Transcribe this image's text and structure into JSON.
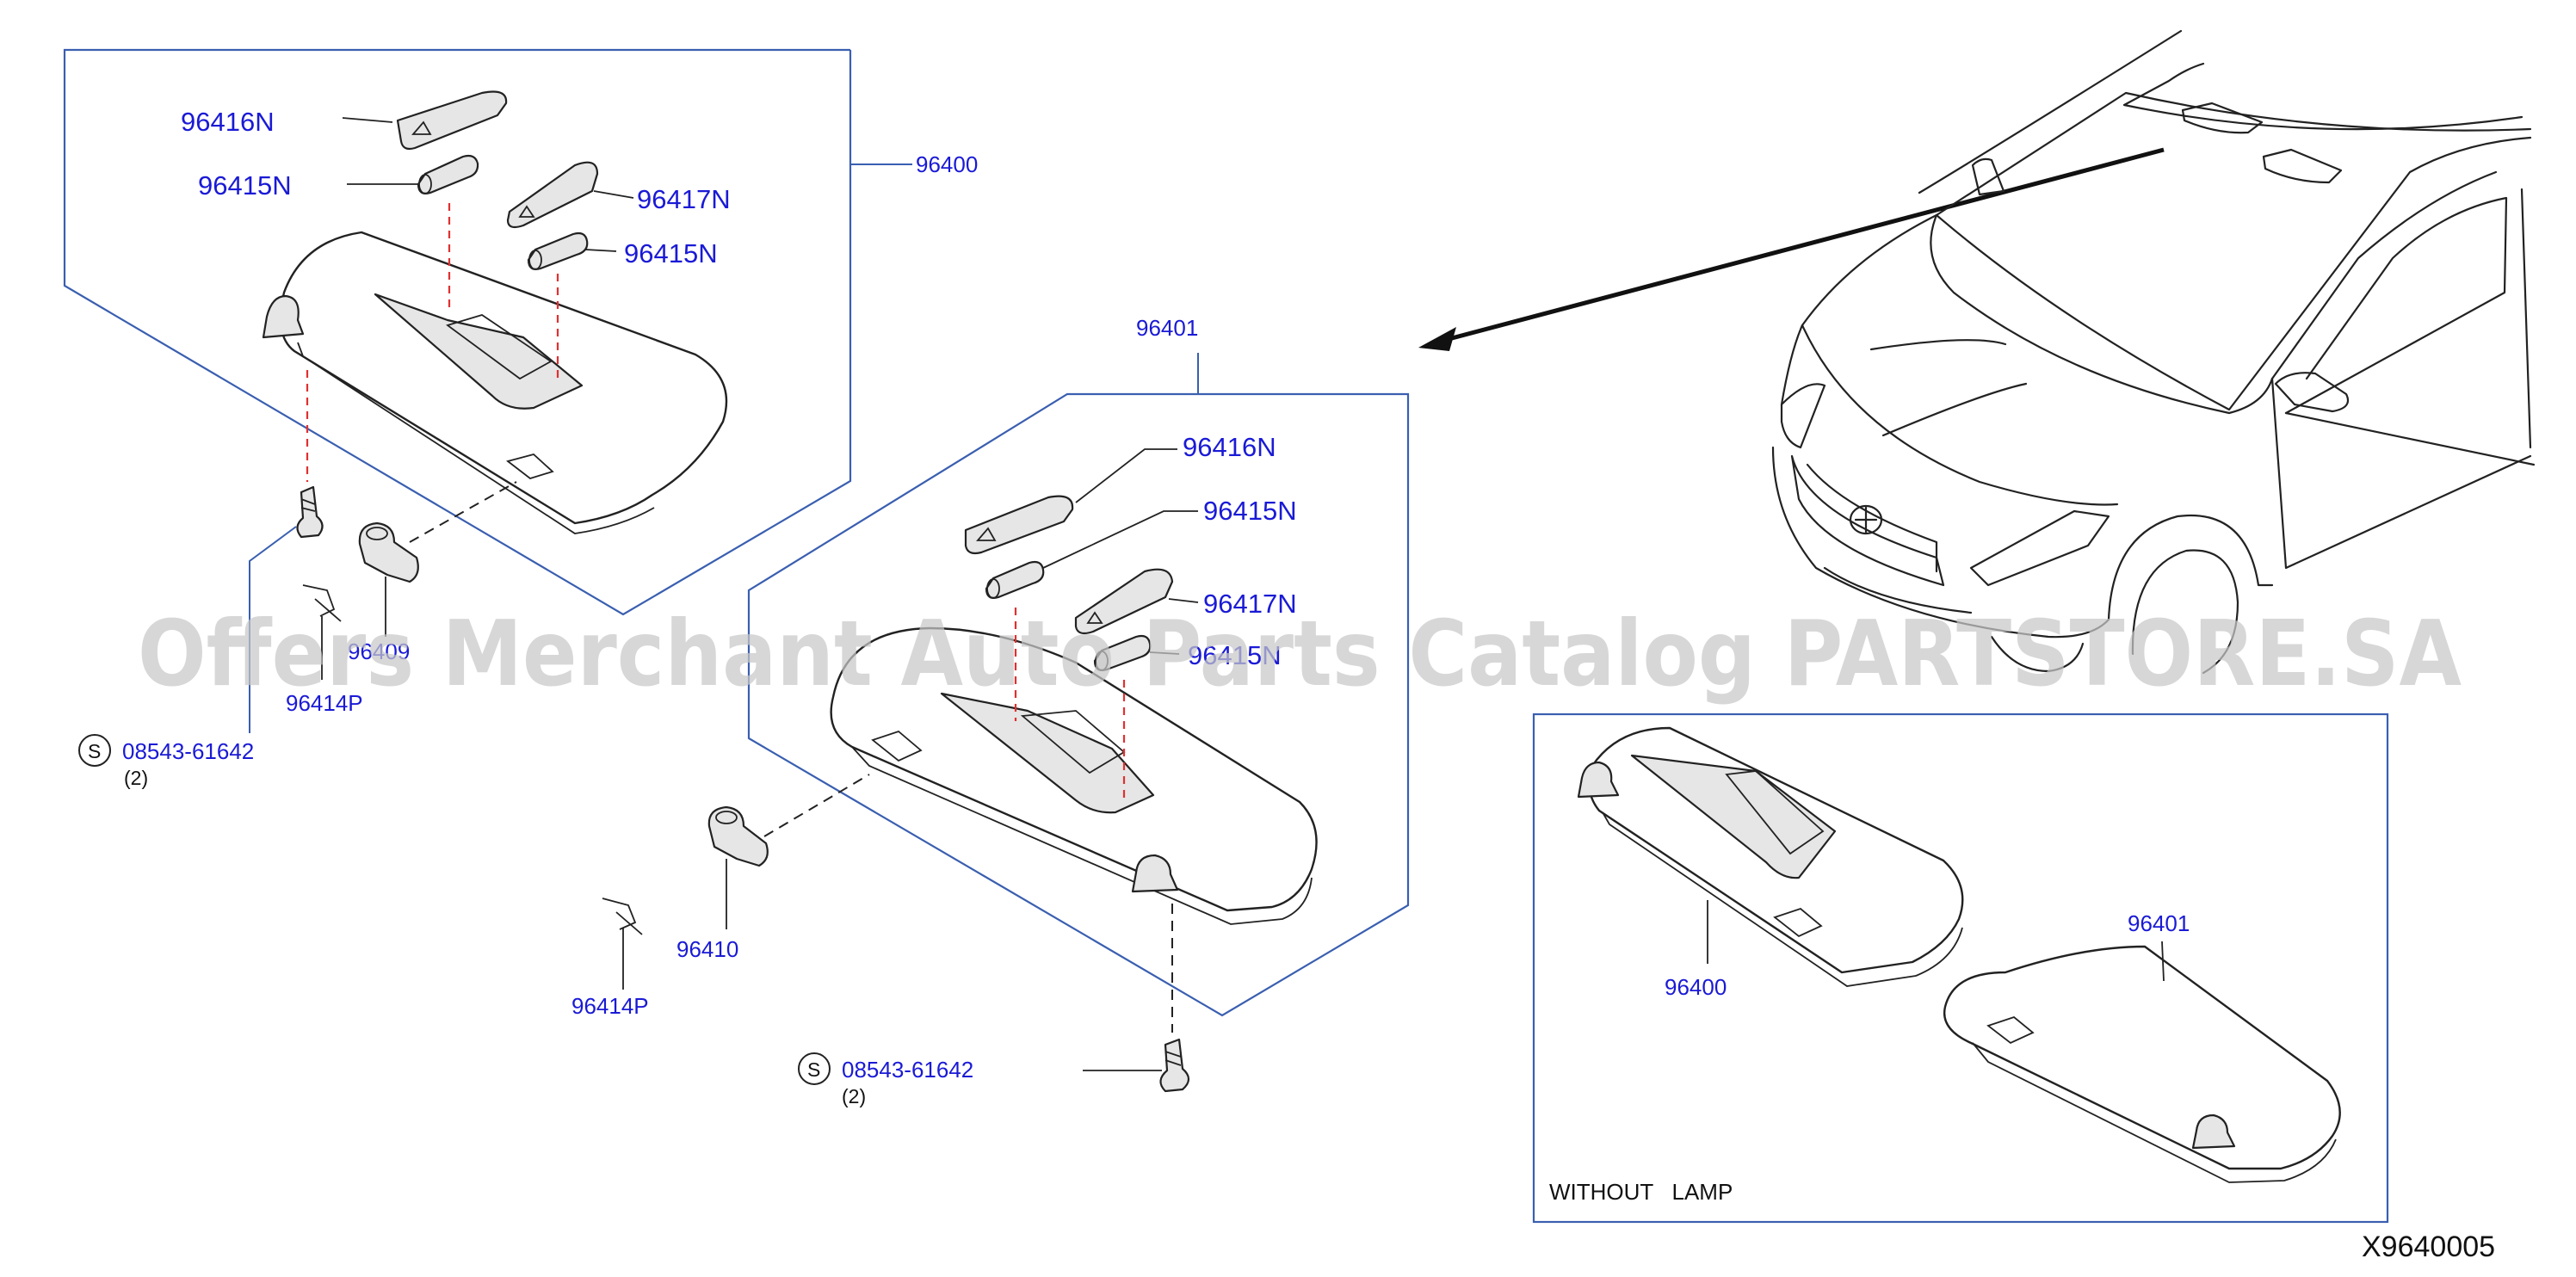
{
  "watermark": "Offers Merchant Auto Parts Catalog PARTSTORE.SA",
  "diagram_code": "X9640005",
  "left_group": {
    "assembly": "96400",
    "parts": {
      "lens_cover": "96416N",
      "bulb_upper": "96415N",
      "lamp_lens": "96417N",
      "bulb_lower": "96415N",
      "holder": "96409",
      "clip": "96414P",
      "screw_code": "08543-61642",
      "screw_qty": "(2)",
      "screw_marker": "S"
    }
  },
  "right_group": {
    "assembly": "96401",
    "parts": {
      "lens_cover": "96416N",
      "bulb_upper": "96415N",
      "lamp_lens": "96417N",
      "bulb_lower": "96415N",
      "holder": "96410",
      "clip": "96414P",
      "screw_code": "08543-61642",
      "screw_qty": "(2)",
      "screw_marker": "S"
    }
  },
  "without_lamp_box": {
    "caption": "WITHOUT   LAMP",
    "left_visor": "96400",
    "right_visor": "96401"
  }
}
